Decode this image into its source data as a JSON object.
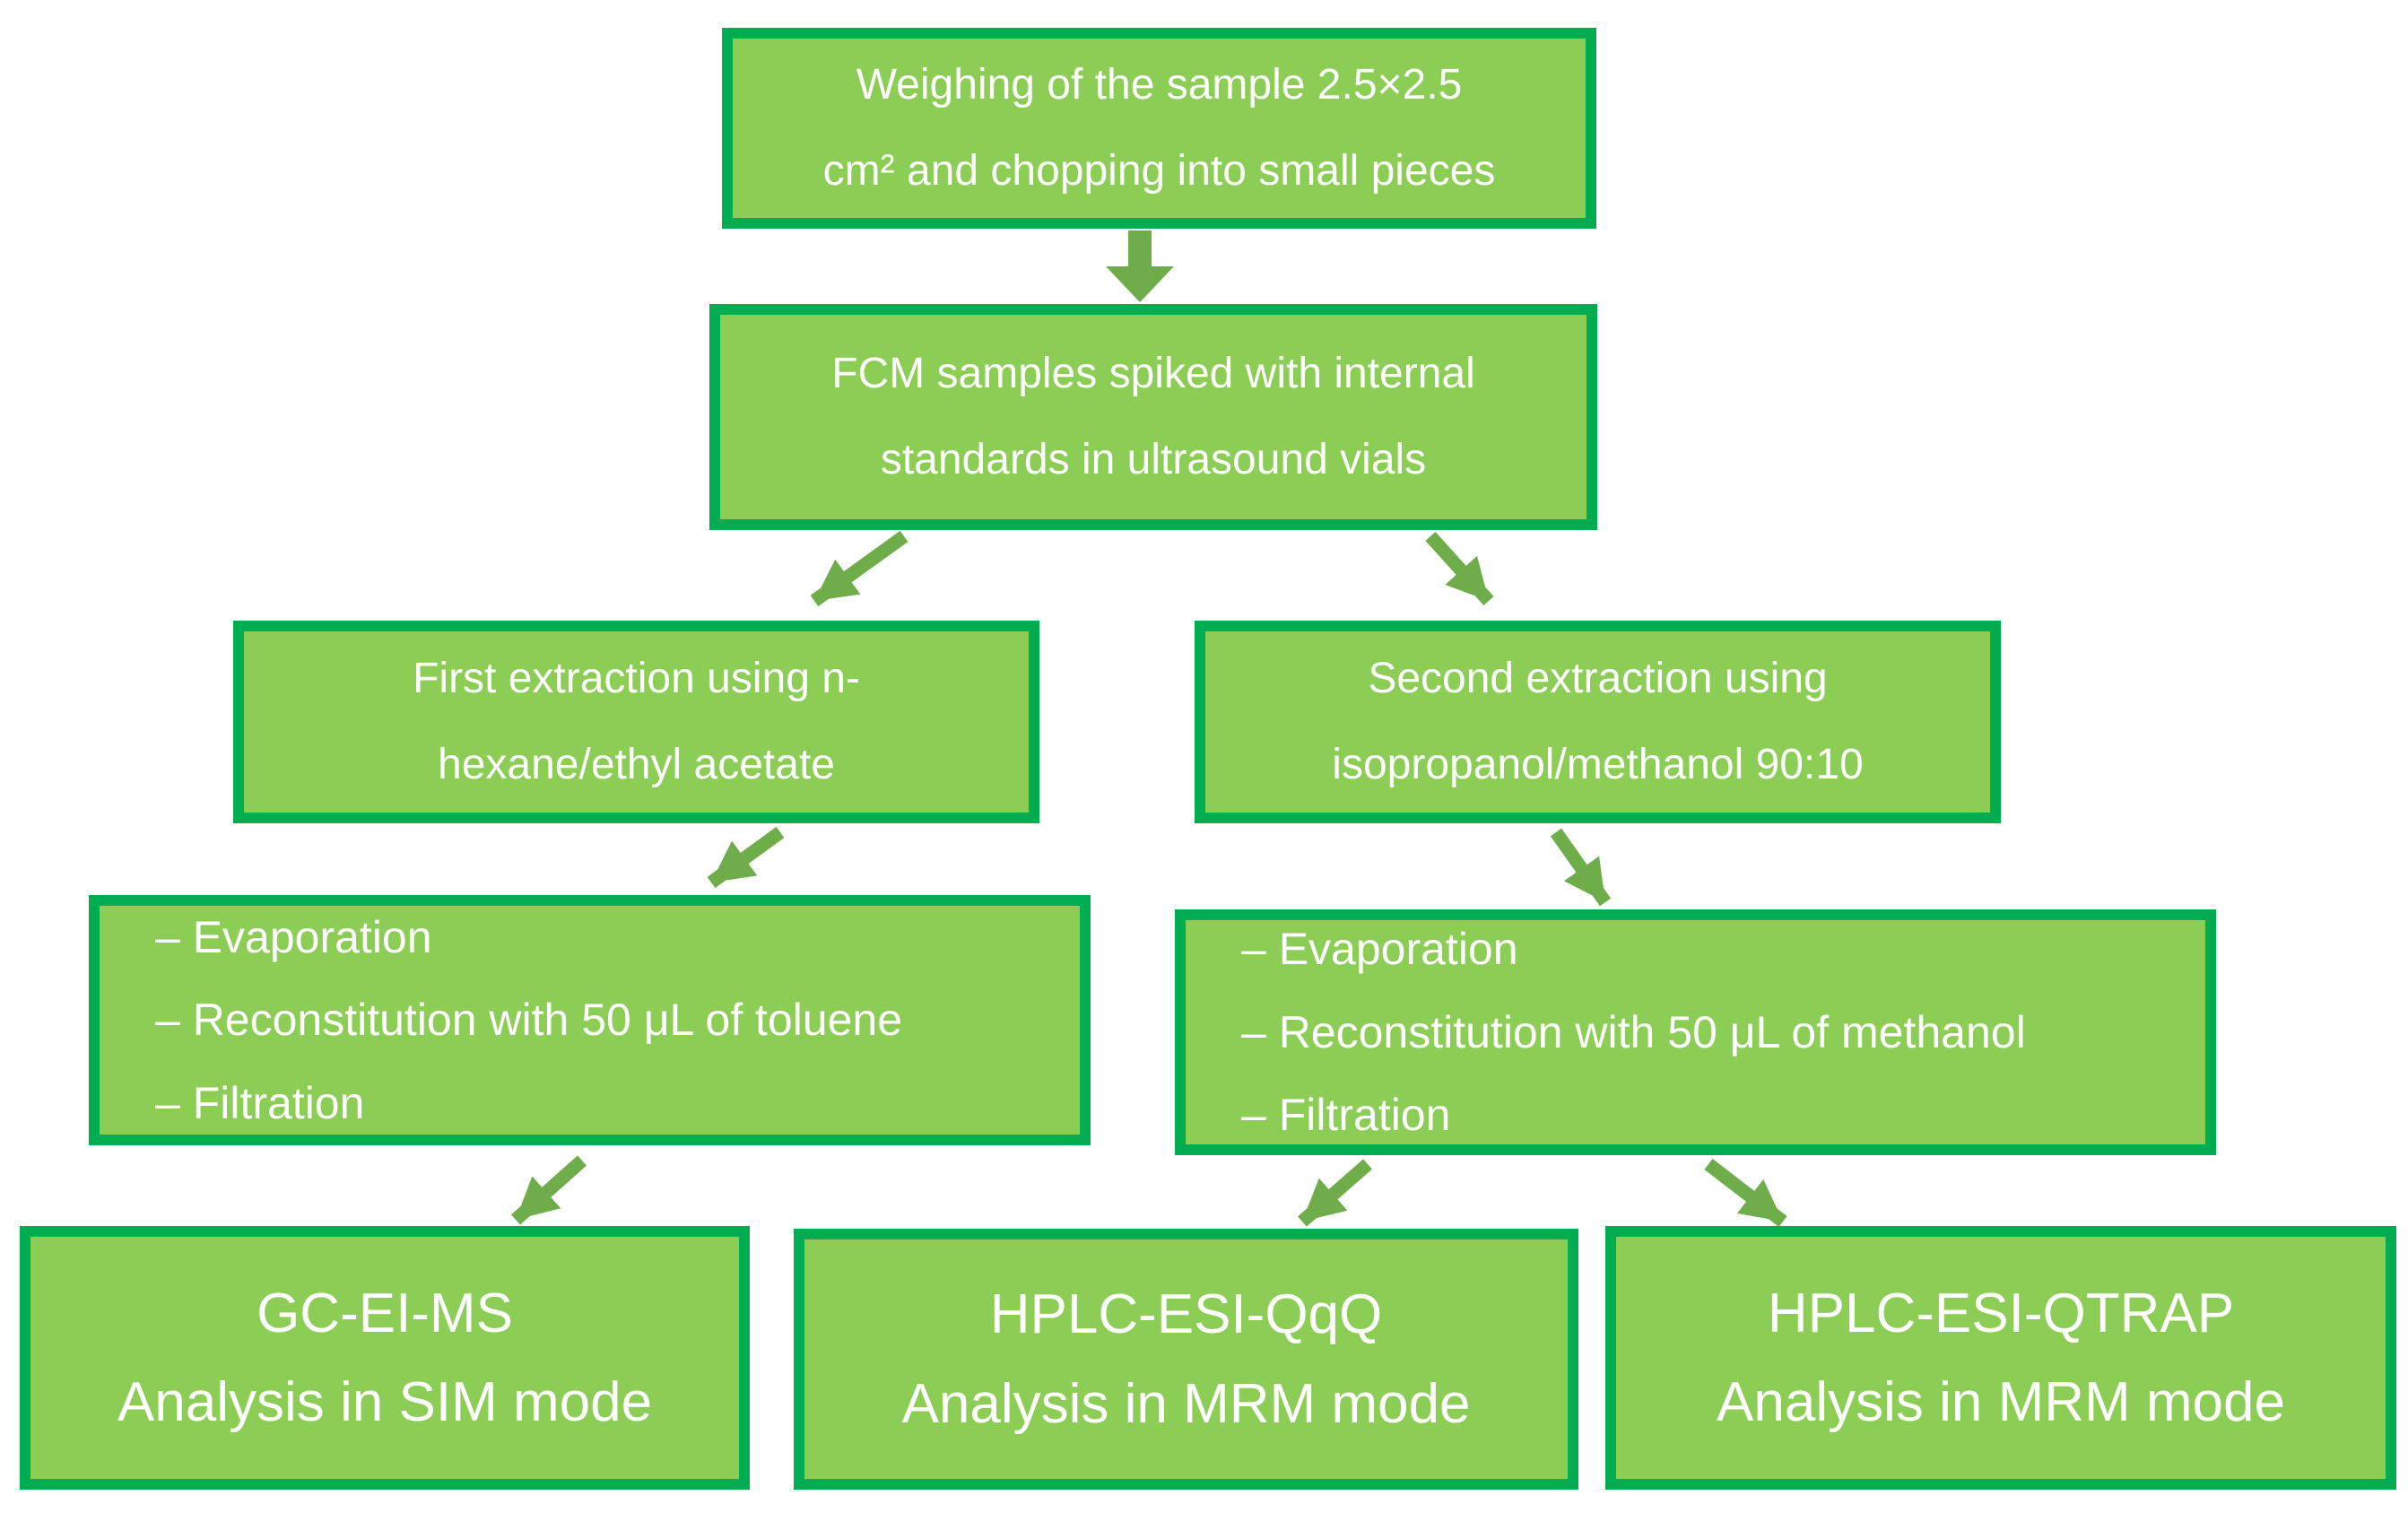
{
  "colors": {
    "background": "#ffffff",
    "boxFill": "#8ccd55",
    "boxBorder": "#00ac50",
    "arrow": "#6fad4b",
    "text": "#ffffff"
  },
  "nodes": {
    "weighing": {
      "lines": [
        "Weighing of the sample 2.5×2.5",
        "cm² and chopping into small pieces"
      ]
    },
    "fcm": {
      "lines": [
        "FCM samples spiked with internal",
        "standards in ultrasound vials"
      ]
    },
    "first_extraction": {
      "lines": [
        "First extraction using n-",
        "hexane/ethyl acetate"
      ]
    },
    "second_extraction": {
      "lines": [
        "Second extraction using",
        "isopropanol/methanol 90:10"
      ]
    },
    "left_steps": {
      "lines": [
        "– Evaporation",
        "– Reconstitution with 50 μL of toluene",
        "– Filtration"
      ]
    },
    "right_steps": {
      "lines": [
        "– Evaporation",
        "– Reconstitution with 50 μL of methanol",
        "– Filtration"
      ]
    },
    "gc": {
      "lines": [
        "GC-EI-MS",
        "Analysis in SIM mode"
      ]
    },
    "qqq": {
      "lines": [
        "HPLC-ESI-QqQ",
        "Analysis in MRM mode"
      ]
    },
    "qtrap": {
      "lines": [
        "HPLC-ESI-QTRAP",
        "Analysis in MRM mode"
      ]
    }
  },
  "edges": [
    {
      "from": "weighing",
      "to": "fcm"
    },
    {
      "from": "fcm",
      "to": "first_extraction"
    },
    {
      "from": "fcm",
      "to": "second_extraction"
    },
    {
      "from": "first_extraction",
      "to": "left_steps"
    },
    {
      "from": "second_extraction",
      "to": "right_steps"
    },
    {
      "from": "left_steps",
      "to": "gc"
    },
    {
      "from": "right_steps",
      "to": "qqq"
    },
    {
      "from": "right_steps",
      "to": "qtrap"
    }
  ]
}
